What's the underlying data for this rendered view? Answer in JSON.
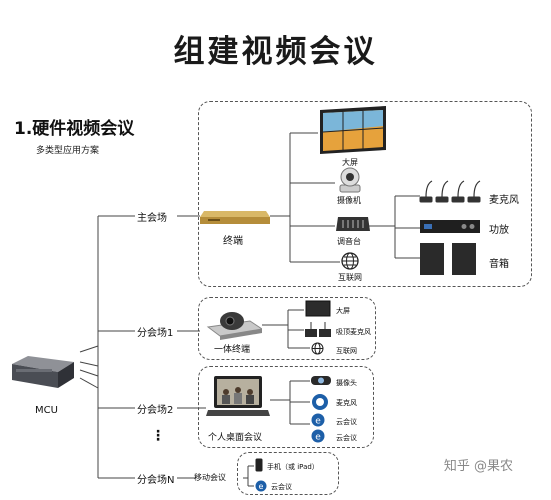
{
  "title": "组建视频会议",
  "section": {
    "title": "1.硬件视频会议",
    "subtitle": "多类型应用方案"
  },
  "mcu": {
    "label": "MCU"
  },
  "venues": {
    "main": "主会场",
    "branch1": "分会场1",
    "branch2": "分会场2",
    "ellipsis": "⋮",
    "branchN": "分会场N"
  },
  "main_site": {
    "terminal": "终端",
    "screen": "大屏",
    "camera": "摄像机",
    "mixer": "调音台",
    "internet": "互联网",
    "mic": "麦克风",
    "amp": "功放",
    "speaker": "音箱"
  },
  "branch1_site": {
    "device": "一体终端",
    "screen": "大屏",
    "mic": "吸顶麦克风",
    "internet": "互联网"
  },
  "branch2_site": {
    "device": "个人桌面会议",
    "camera": "摄像头",
    "mic": "麦克风",
    "cloud1": "云会议",
    "cloud2": "云会议"
  },
  "branchN_site": {
    "device": "移动会议",
    "phone": "手机（或 iPad）",
    "cloud": "云会议"
  },
  "watermark": "知乎 @果农",
  "colors": {
    "line": "#444444",
    "dash": "#555555",
    "accent": "#1d5fa8"
  }
}
